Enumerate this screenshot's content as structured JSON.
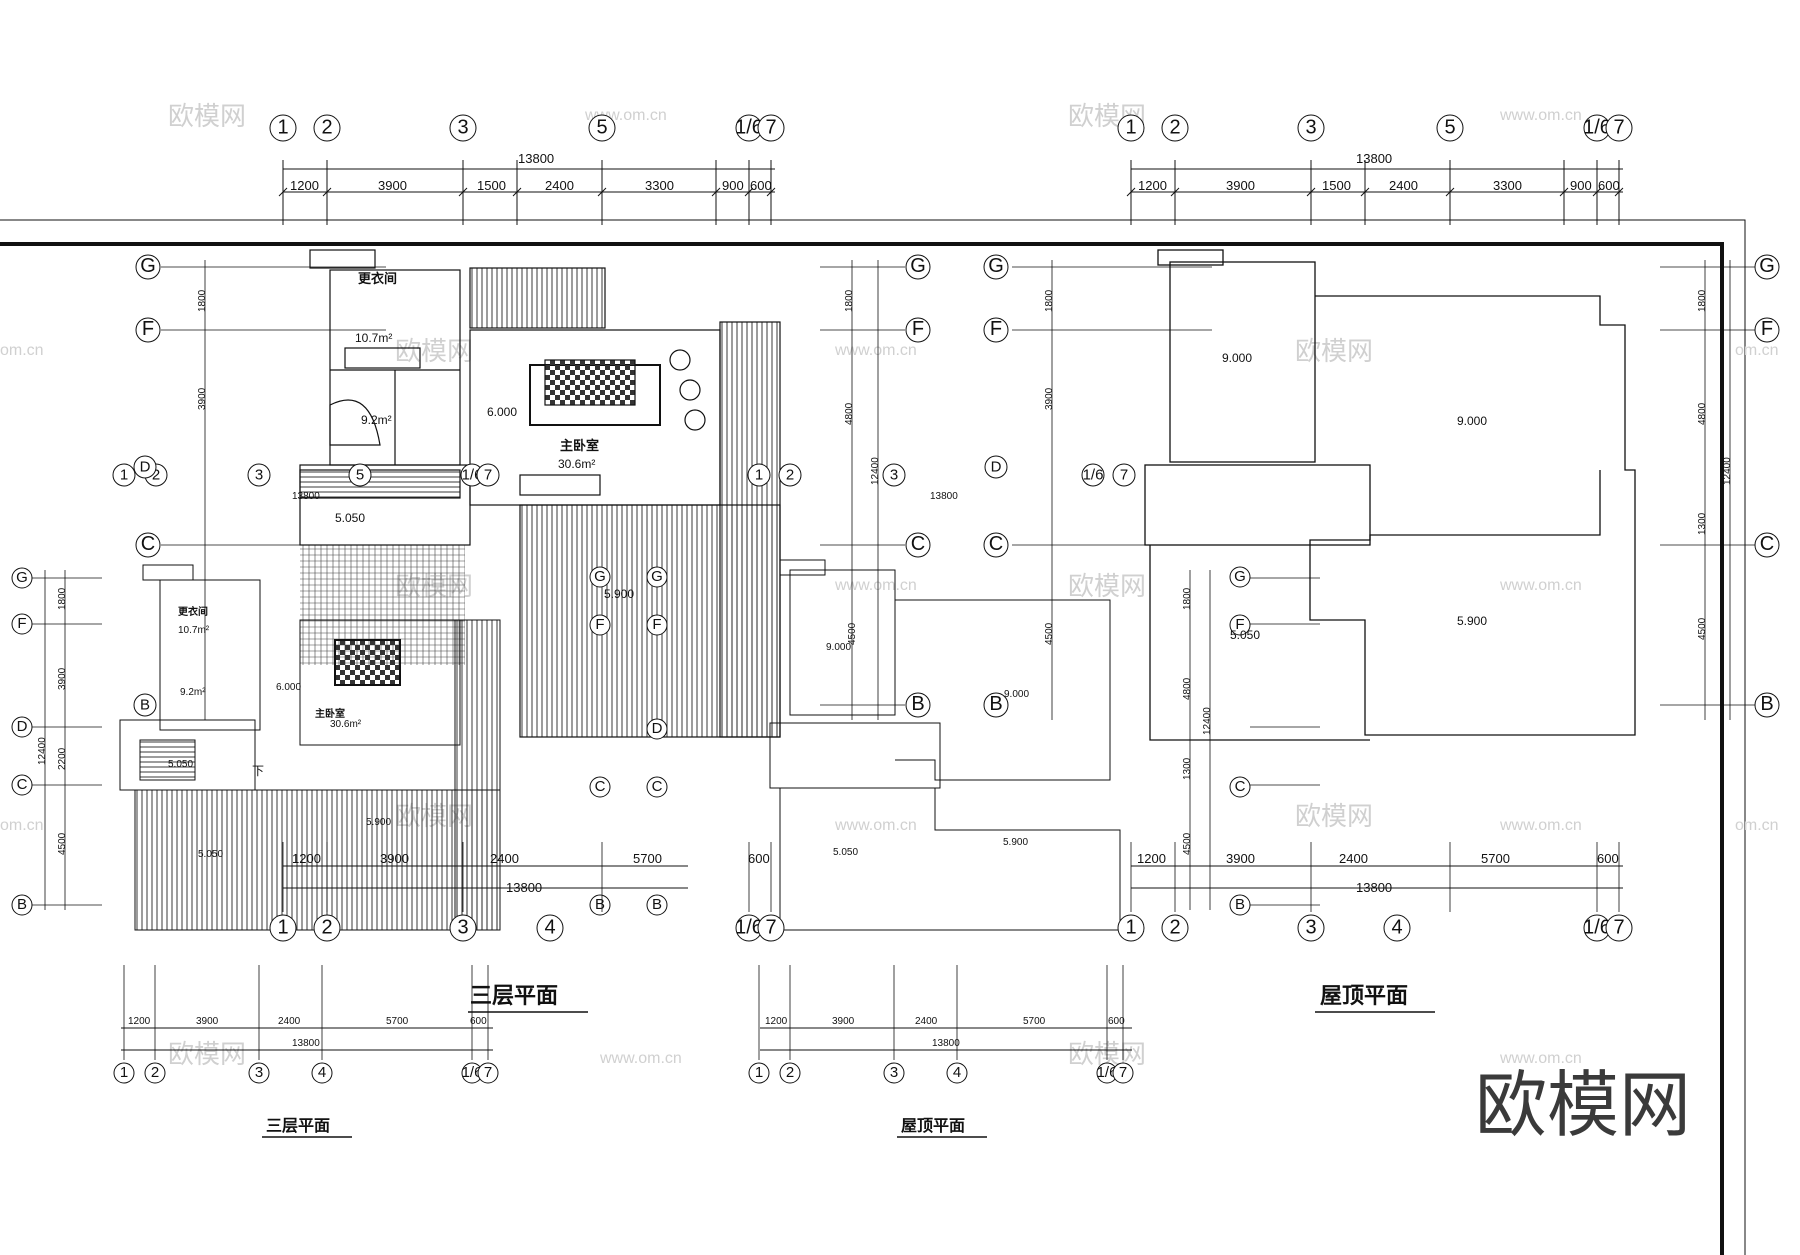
{
  "drawings": {
    "third_floor_plan_title": "三层平面",
    "roof_plan_title": "屋顶平面",
    "small_third_floor_title": "三层平面",
    "small_roof_plan_title": "屋顶平面"
  },
  "overall_dimension": "13800",
  "segment_dims_top": [
    "1200",
    "3900",
    "1500",
    "2400",
    "3300",
    "900",
    "600"
  ],
  "segment_dims_bottom": [
    "1200",
    "3900",
    "2400",
    "5700",
    "600"
  ],
  "vertical_dims": [
    "1800",
    "3900",
    "4800",
    "12400",
    "1300",
    "4500",
    "2200"
  ],
  "axes_x": [
    "1",
    "2",
    "3",
    "4",
    "5",
    "1/6",
    "7"
  ],
  "axes_y": [
    "G",
    "F",
    "D",
    "C",
    "B"
  ],
  "rooms": {
    "dressing_room": "更衣间",
    "dressing_area": "10.7m²",
    "bath_area": "9.2m²",
    "master_bedroom": "主卧室",
    "master_area": "30.6m²",
    "stair_down": "下"
  },
  "elevations": [
    "6.000",
    "5.050",
    "5.900",
    "9.000"
  ],
  "watermark": {
    "brand": "欧模网",
    "logo_text": "欧模网",
    "url": "www.om.cn",
    "url_short": "om.cn"
  }
}
